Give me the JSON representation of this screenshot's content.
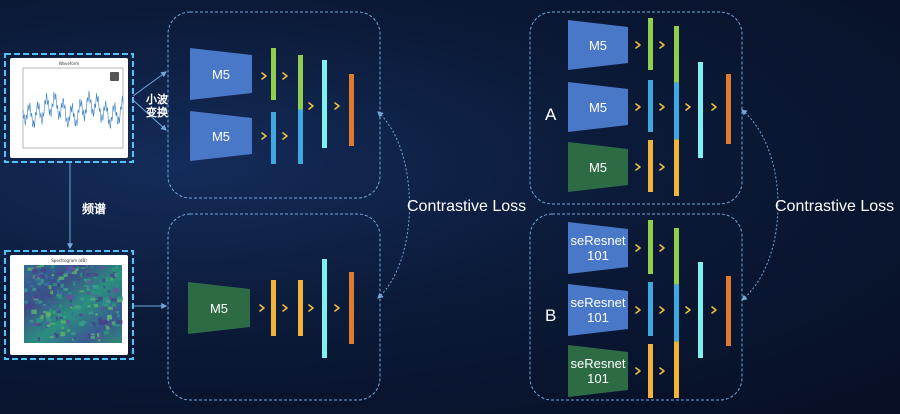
{
  "labels": {
    "wavelet": "小波\n变换",
    "spectrum": "频谱",
    "contrastive_left": "Contrastive Loss",
    "contrastive_right": "Contrastive Loss",
    "group_a": "A",
    "group_b": "B"
  },
  "thumbnails": {
    "waveform_title": "Waveform",
    "spectrogram_title": "Spectrogram (dB)"
  },
  "encoders": {
    "m5": "M5",
    "seresnet": "seResnet\n101"
  },
  "colors": {
    "blue_encoder": "#4a78c8",
    "green_encoder": "#2d6b45",
    "green_bar": "#8fcf4d",
    "blue_bar": "#3fa8e0",
    "yellow_bar": "#f0b43c",
    "cyan_bar": "#7ef0f0",
    "orange_bar": "#e07a2e",
    "arrow": "#f0c040",
    "box_border": "#6fa8dc"
  }
}
